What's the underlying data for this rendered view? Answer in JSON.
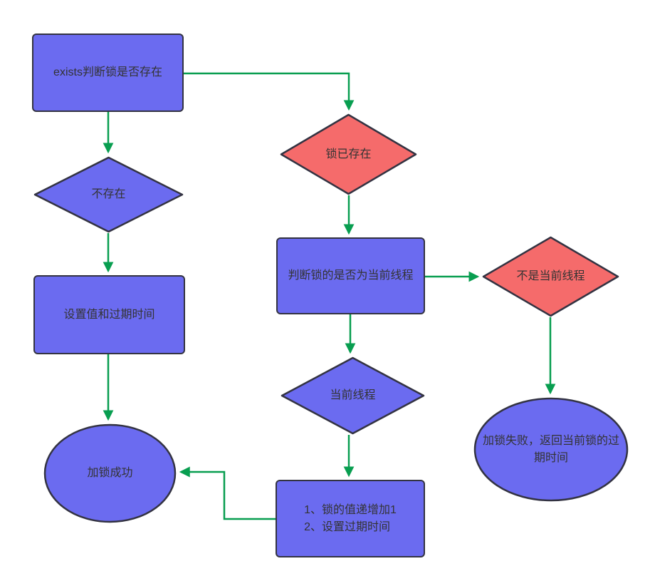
{
  "diagram": {
    "type": "flowchart",
    "colors": {
      "node_blue": "#6b6bf0",
      "node_red": "#f56b6b",
      "border": "#333342",
      "arrow_green": "#089e50",
      "text": "#333333",
      "background": "#ffffff"
    },
    "nodes": {
      "exists_check": {
        "shape": "rectangle",
        "color": "blue",
        "label": "exists判断锁是否存在"
      },
      "not_exists": {
        "shape": "diamond",
        "color": "blue",
        "label": "不存在"
      },
      "set_value": {
        "shape": "rectangle",
        "color": "blue",
        "label": "设置值和过期时间"
      },
      "lock_success": {
        "shape": "ellipse",
        "color": "blue",
        "label": "加锁成功"
      },
      "lock_exists": {
        "shape": "diamond",
        "color": "red",
        "label": "锁已存在"
      },
      "check_thread": {
        "shape": "rectangle",
        "color": "blue",
        "label": "判断锁的是否为当前线程"
      },
      "not_current_thread": {
        "shape": "diamond",
        "color": "red",
        "label": "不是当前线程"
      },
      "current_thread": {
        "shape": "diamond",
        "color": "blue",
        "label": "当前线程"
      },
      "incr_steps": {
        "shape": "rectangle",
        "color": "blue",
        "lines": [
          "1、锁的值递增加1",
          "2、设置过期时间"
        ]
      },
      "lock_fail": {
        "shape": "ellipse",
        "color": "blue",
        "label": "加锁失败，返回当前锁的过期时间"
      }
    },
    "edges": [
      {
        "from": "exists_check",
        "to": "not_exists"
      },
      {
        "from": "exists_check",
        "to": "lock_exists"
      },
      {
        "from": "not_exists",
        "to": "set_value"
      },
      {
        "from": "set_value",
        "to": "lock_success"
      },
      {
        "from": "lock_exists",
        "to": "check_thread"
      },
      {
        "from": "check_thread",
        "to": "current_thread"
      },
      {
        "from": "check_thread",
        "to": "not_current_thread"
      },
      {
        "from": "not_current_thread",
        "to": "lock_fail"
      },
      {
        "from": "current_thread",
        "to": "incr_steps"
      },
      {
        "from": "incr_steps",
        "to": "lock_success"
      }
    ]
  }
}
